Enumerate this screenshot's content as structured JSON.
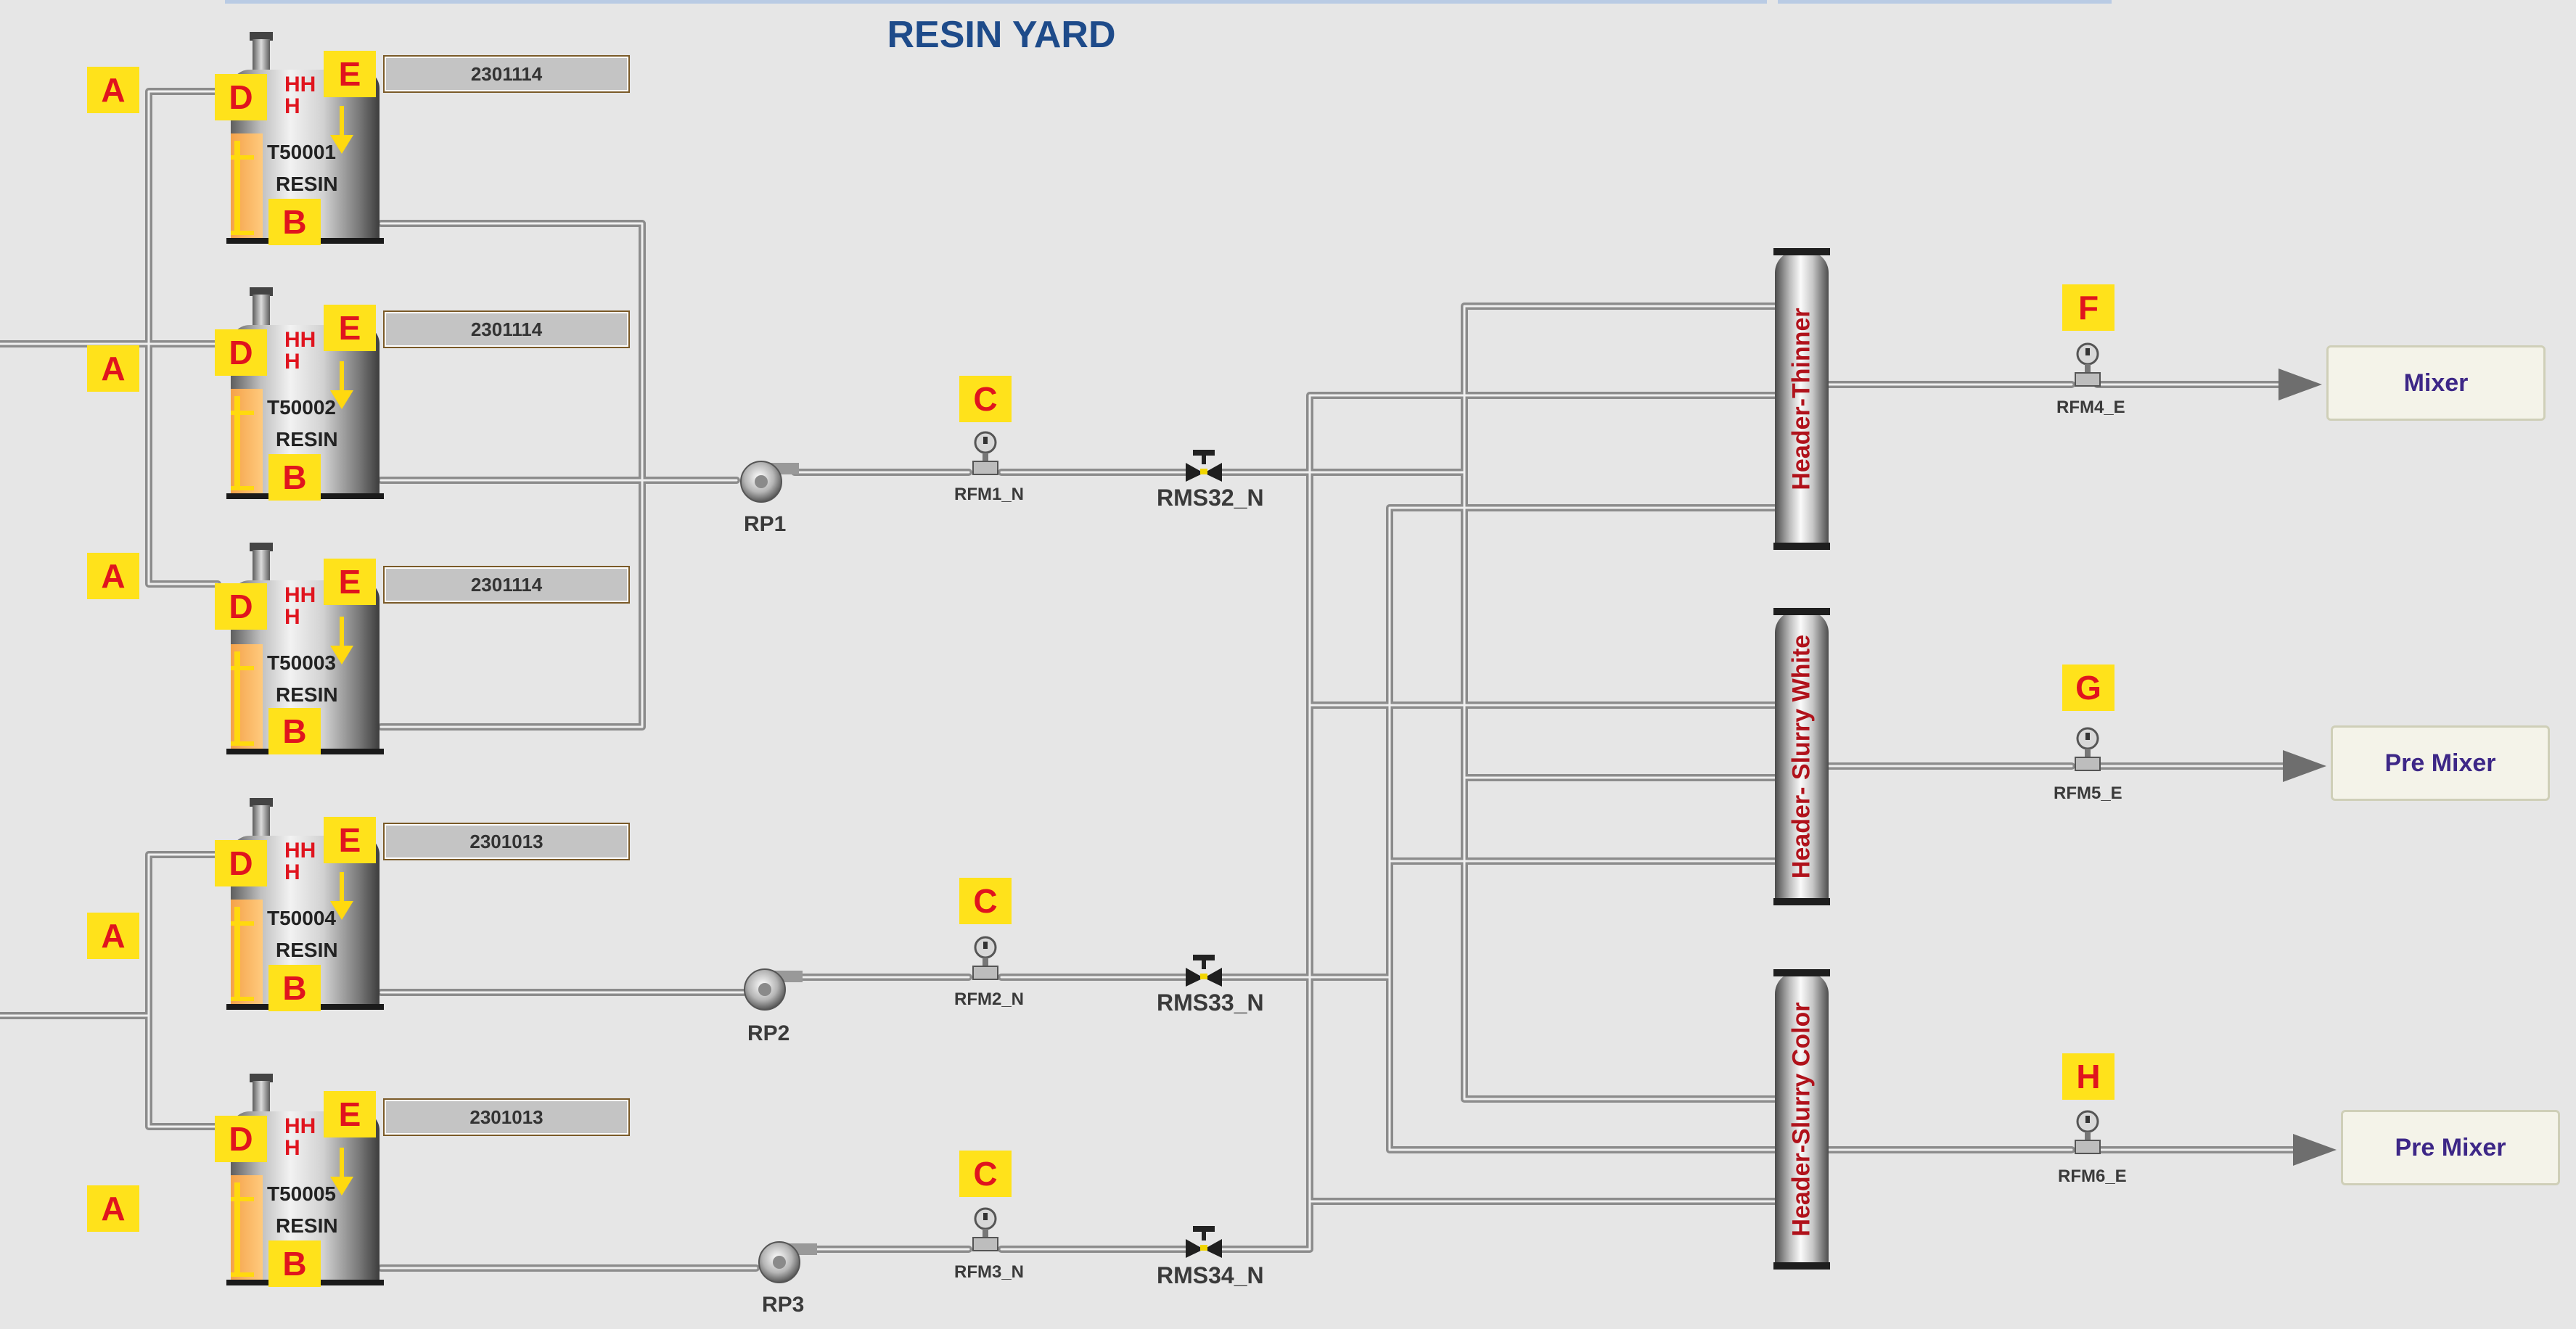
{
  "title": "RESIN YARD",
  "tanks": [
    {
      "id": "T50001",
      "material": "RESIN",
      "alarm": "HH\nH",
      "batch": "2301114"
    },
    {
      "id": "T50002",
      "material": "RESIN",
      "alarm": "HH\nH",
      "batch": "2301114"
    },
    {
      "id": "T50003",
      "material": "RESIN",
      "alarm": "HH\nH",
      "batch": "2301114"
    },
    {
      "id": "T50004",
      "material": "RESIN",
      "alarm": "HH\nH",
      "batch": "2301013"
    },
    {
      "id": "T50005",
      "material": "RESIN",
      "alarm": "HH\nH",
      "batch": "2301013"
    }
  ],
  "tank_tags": {
    "d": "D",
    "e": "E",
    "b": "B"
  },
  "inlet_tags": [
    "A",
    "A",
    "A",
    "A",
    "A"
  ],
  "pumps": [
    "RP1",
    "RP2",
    "RP3"
  ],
  "pump_flow_meters": [
    "RFM1_N",
    "RFM2_N",
    "RFM3_N"
  ],
  "flow_meter_tags": [
    "C",
    "C",
    "C"
  ],
  "valves": [
    "RMS32_N",
    "RMS33_N",
    "RMS34_N"
  ],
  "headers": [
    "Header-Thinner",
    "Header- Slurry White",
    "Header-Slurry Color"
  ],
  "outlet_meters": [
    "RFM4_E",
    "RFM5_E",
    "RFM6_E"
  ],
  "outlet_tags": [
    "F",
    "G",
    "H"
  ],
  "destinations": [
    "Mixer",
    "Pre Mixer",
    "Pre Mixer"
  ],
  "colors": {
    "background": "#e6e6e6",
    "title": "#1e4b8a",
    "tag_bg": "#ffe21b",
    "tag_text": "#e0141e",
    "header_text": "#b0121b",
    "dest_text": "#3d2787",
    "pipe": "#9a9a9a"
  }
}
